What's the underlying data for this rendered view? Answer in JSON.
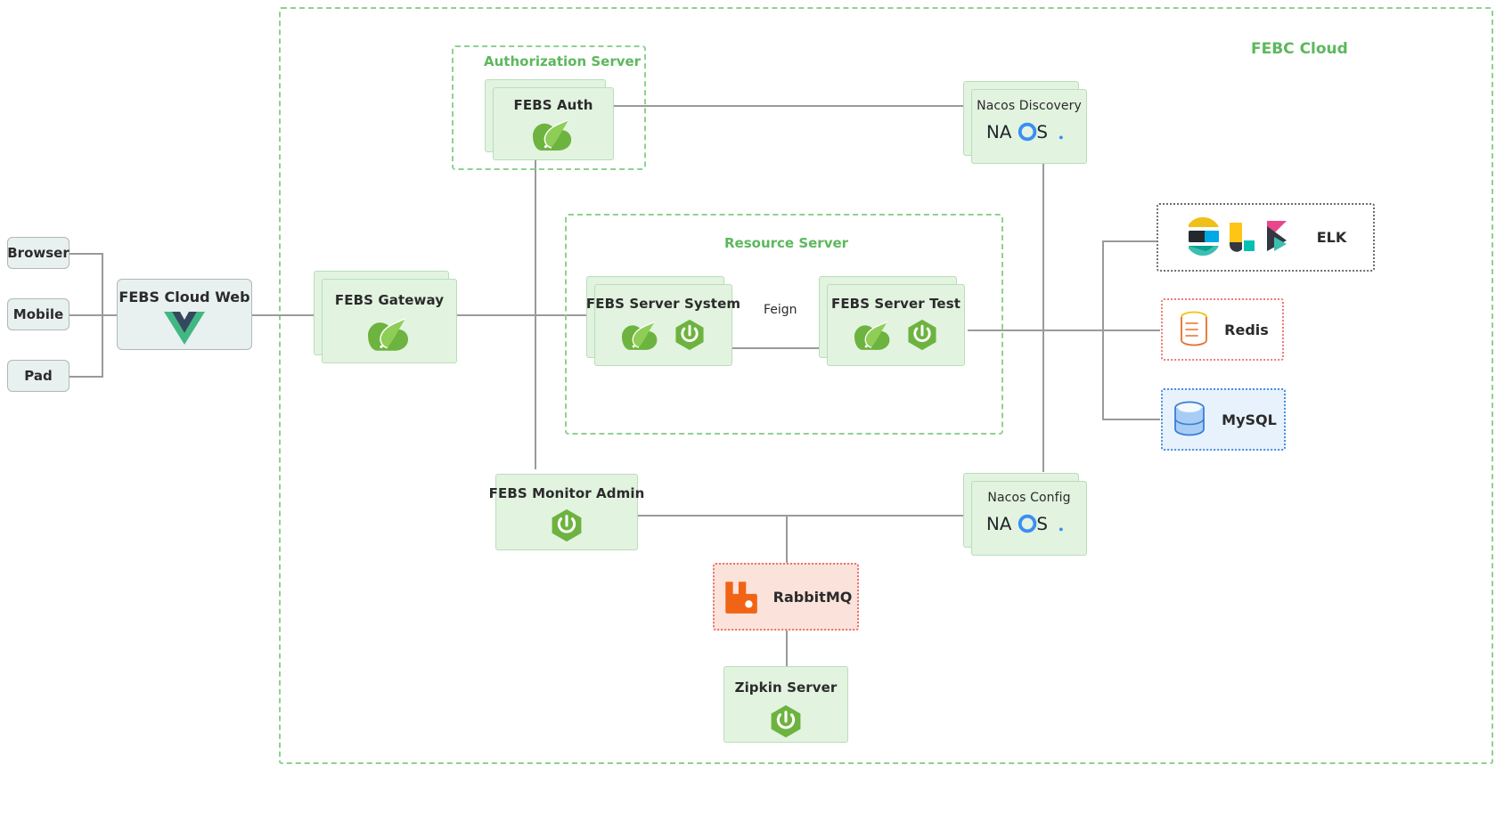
{
  "diagram": {
    "title": "FEBC Cloud",
    "clients": [
      {
        "label": "Browser"
      },
      {
        "label": "Mobile"
      },
      {
        "label": "Pad"
      }
    ],
    "web": {
      "label": "FEBS Cloud Web",
      "icon": "vue-icon"
    },
    "gateway": {
      "label": "FEBS Gateway",
      "icons": [
        "spring-cloud-icon"
      ],
      "stacked": true
    },
    "groups": [
      {
        "id": "authorization-server",
        "label": "Authorization Server"
      },
      {
        "id": "resource-server",
        "label": "Resource Server"
      }
    ],
    "services": [
      {
        "id": "febs-auth",
        "label": "FEBS Auth",
        "icons": [
          "spring-cloud-icon"
        ],
        "stacked": true
      },
      {
        "id": "febs-server-system",
        "label": "FEBS Server System",
        "icons": [
          "spring-cloud-icon",
          "spring-boot-icon"
        ],
        "stacked": true
      },
      {
        "id": "febs-server-test",
        "label": "FEBS Server Test",
        "icons": [
          "spring-cloud-icon",
          "spring-boot-icon"
        ],
        "stacked": true
      },
      {
        "id": "febs-monitor-admin",
        "label": "FEBS Monitor Admin",
        "icons": [
          "spring-boot-icon"
        ],
        "stacked": false
      },
      {
        "id": "zipkin-server",
        "label": "Zipkin Server",
        "icons": [
          "spring-boot-icon"
        ],
        "stacked": false
      }
    ],
    "nacos": [
      {
        "id": "nacos-discovery",
        "label": "Nacos Discovery",
        "logo": "nacos-logo",
        "stacked": true
      },
      {
        "id": "nacos-config",
        "label": "Nacos Config",
        "logo": "nacos-logo",
        "stacked": true
      }
    ],
    "external": [
      {
        "id": "elk",
        "label": "ELK",
        "icon": "elk-logo"
      },
      {
        "id": "redis",
        "label": "Redis",
        "icon": "redis-icon"
      },
      {
        "id": "mysql",
        "label": "MySQL",
        "icon": "mysql-icon"
      },
      {
        "id": "rabbitmq",
        "label": "RabbitMQ",
        "icon": "rabbitmq-icon"
      }
    ],
    "edges": [
      {
        "from": "febs-server-system",
        "to": "febs-server-test",
        "label": "Feign"
      }
    ],
    "colors": {
      "group_border": "#8fd18f",
      "group_title": "#5cb85c",
      "node_fill": "#e2f3e0",
      "node_border": "#b8dfb8",
      "client_fill": "#e9f1f0",
      "client_border": "#b0b8b8",
      "line": "#9a9a9a",
      "rabbit_fill": "#fbe3dc",
      "rabbit_border": "#e8756b",
      "redis_border": "#f07a78",
      "mysql_fill": "#e8f2fd",
      "mysql_border": "#4a90e2",
      "elk_border": "#6d6d6d"
    }
  }
}
